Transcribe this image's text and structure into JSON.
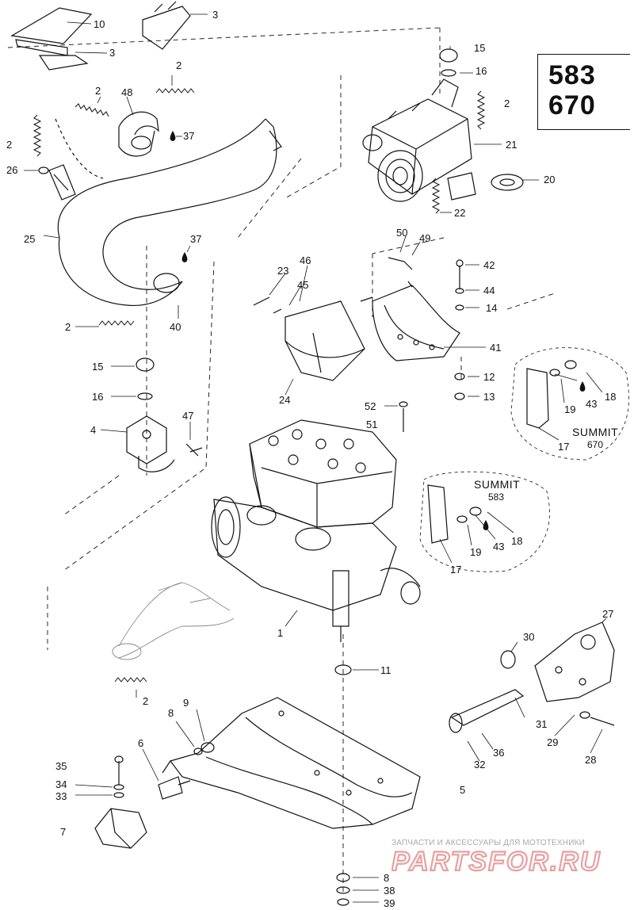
{
  "models": [
    "583",
    "670"
  ],
  "variant_labels": {
    "summit_670": {
      "name": "SUMMIT",
      "model": "670"
    },
    "summit_583": {
      "name": "SUMMIT",
      "model": "583"
    }
  },
  "callouts": {
    "c10": "10",
    "c3a": "3",
    "c3b": "3",
    "c2a": "2",
    "c2b": "2",
    "c48": "48",
    "c37a": "37",
    "c2c": "2",
    "c26": "26",
    "c25": "25",
    "c15a": "15",
    "c16a": "16",
    "c2d": "2",
    "c21": "21",
    "c20": "20",
    "c22": "22",
    "c37b": "37",
    "c2e": "2",
    "c40": "40",
    "c50": "50",
    "c49": "49",
    "c46": "46",
    "c23": "23",
    "c45": "45",
    "c42": "42",
    "c44": "44",
    "c14": "14",
    "c41": "41",
    "c12": "12",
    "c13": "13",
    "c24": "24",
    "c15b": "15",
    "c16b": "16",
    "c4": "4",
    "c47": "47",
    "c52": "52",
    "c51": "51",
    "c19a": "19",
    "c43a": "43",
    "c18a": "18",
    "c17a": "17",
    "c19b": "19",
    "c43b": "43",
    "c18b": "18",
    "c17b": "17",
    "c1": "1",
    "c27": "27",
    "c30": "30",
    "c11": "11",
    "c2f": "2",
    "c9": "9",
    "c8a": "8",
    "c6": "6",
    "c31": "31",
    "c29": "29",
    "c36": "36",
    "c32": "32",
    "c28": "28",
    "c35": "35",
    "c34": "34",
    "c33": "33",
    "c5": "5",
    "c7": "7",
    "c8b": "8",
    "c38": "38",
    "c39": "39"
  },
  "watermark": {
    "caption": "ЗАПЧАСТИ И АКСЕССУАРЫ ДЛЯ МОТОТЕХНИКИ",
    "logo": "PARTSFOR.RU",
    "logo_color": "#e8a0a0"
  },
  "colors": {
    "line": "#111111",
    "hatch": "#555555",
    "watermark_text": "#a9a9a9"
  }
}
